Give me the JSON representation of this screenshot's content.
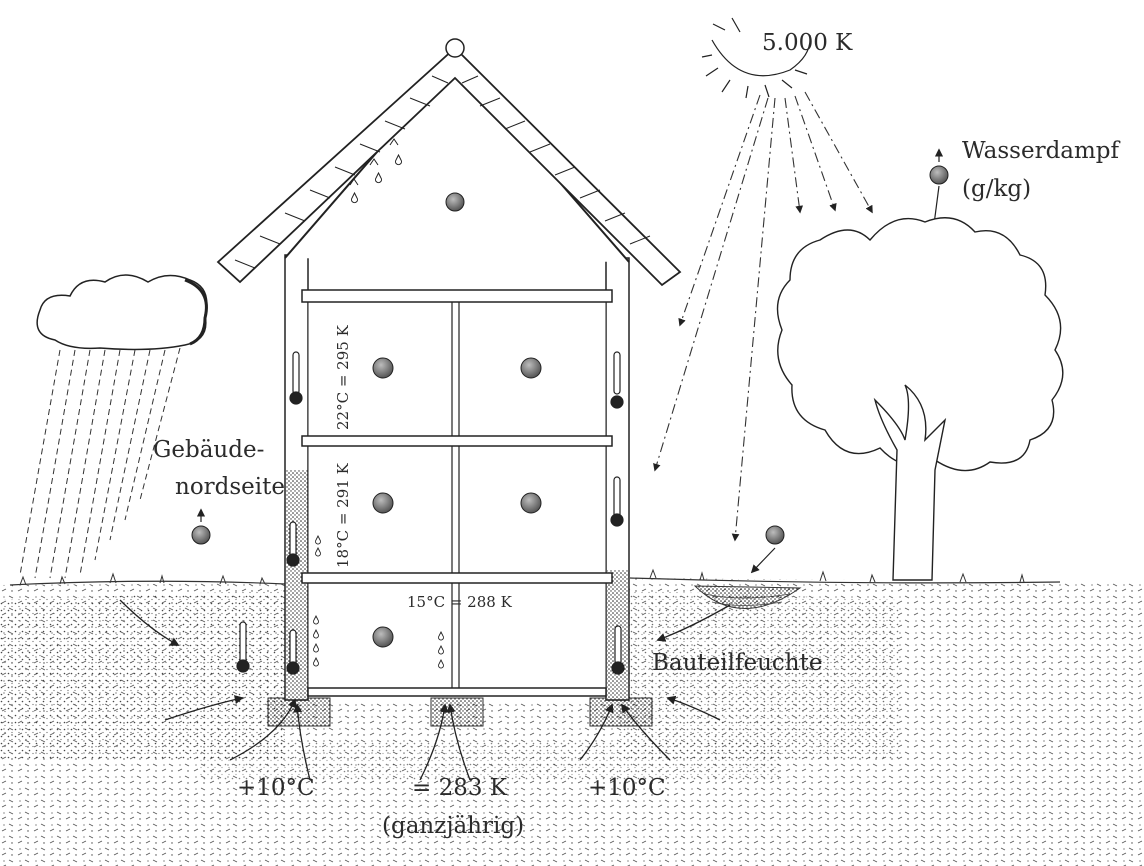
{
  "labels": {
    "sun_temp": "5.000 K",
    "vapor_line1": "Wasserdampf",
    "vapor_line2": "(g/kg)",
    "north_line1": "Gebäude-",
    "north_line2": "nordseite",
    "floor2_temp": "22°C = 295 K",
    "floor1_temp": "18°C = 291 K",
    "basement_temp": "15°C = 288 K",
    "component_moisture": "Bauteilfeuchte",
    "ground_left": "+10°C",
    "ground_mid": "= 283 K",
    "ground_mid2": "(ganzjährig)",
    "ground_right": "+10°C"
  },
  "icons": [
    "sun-icon",
    "cloud-icon",
    "rain-icon",
    "house-icon",
    "tree-icon",
    "thermometer-icon",
    "vapor-molecule-icon",
    "puddle-icon",
    "arrow-icon"
  ],
  "colors": {
    "ink": "#2b2b2b",
    "paper": "#ffffff"
  }
}
